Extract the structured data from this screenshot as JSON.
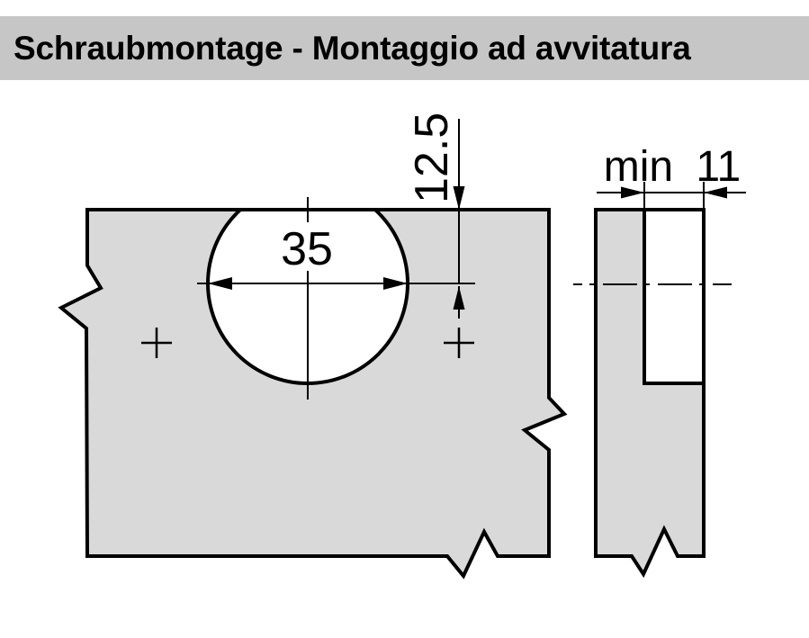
{
  "header": {
    "title": "Schraubmontage - Montaggio ad avvitatura"
  },
  "front_view": {
    "hole_diameter_label": "35",
    "edge_distance_label": "12.5"
  },
  "side_view": {
    "min_depth_label": "min 11"
  },
  "colors": {
    "header_bg": "#c6c6c6",
    "panel_fill": "#d9d9d9",
    "hole_fill": "#ffffff",
    "line": "#000000",
    "page_bg": "#ffffff"
  }
}
